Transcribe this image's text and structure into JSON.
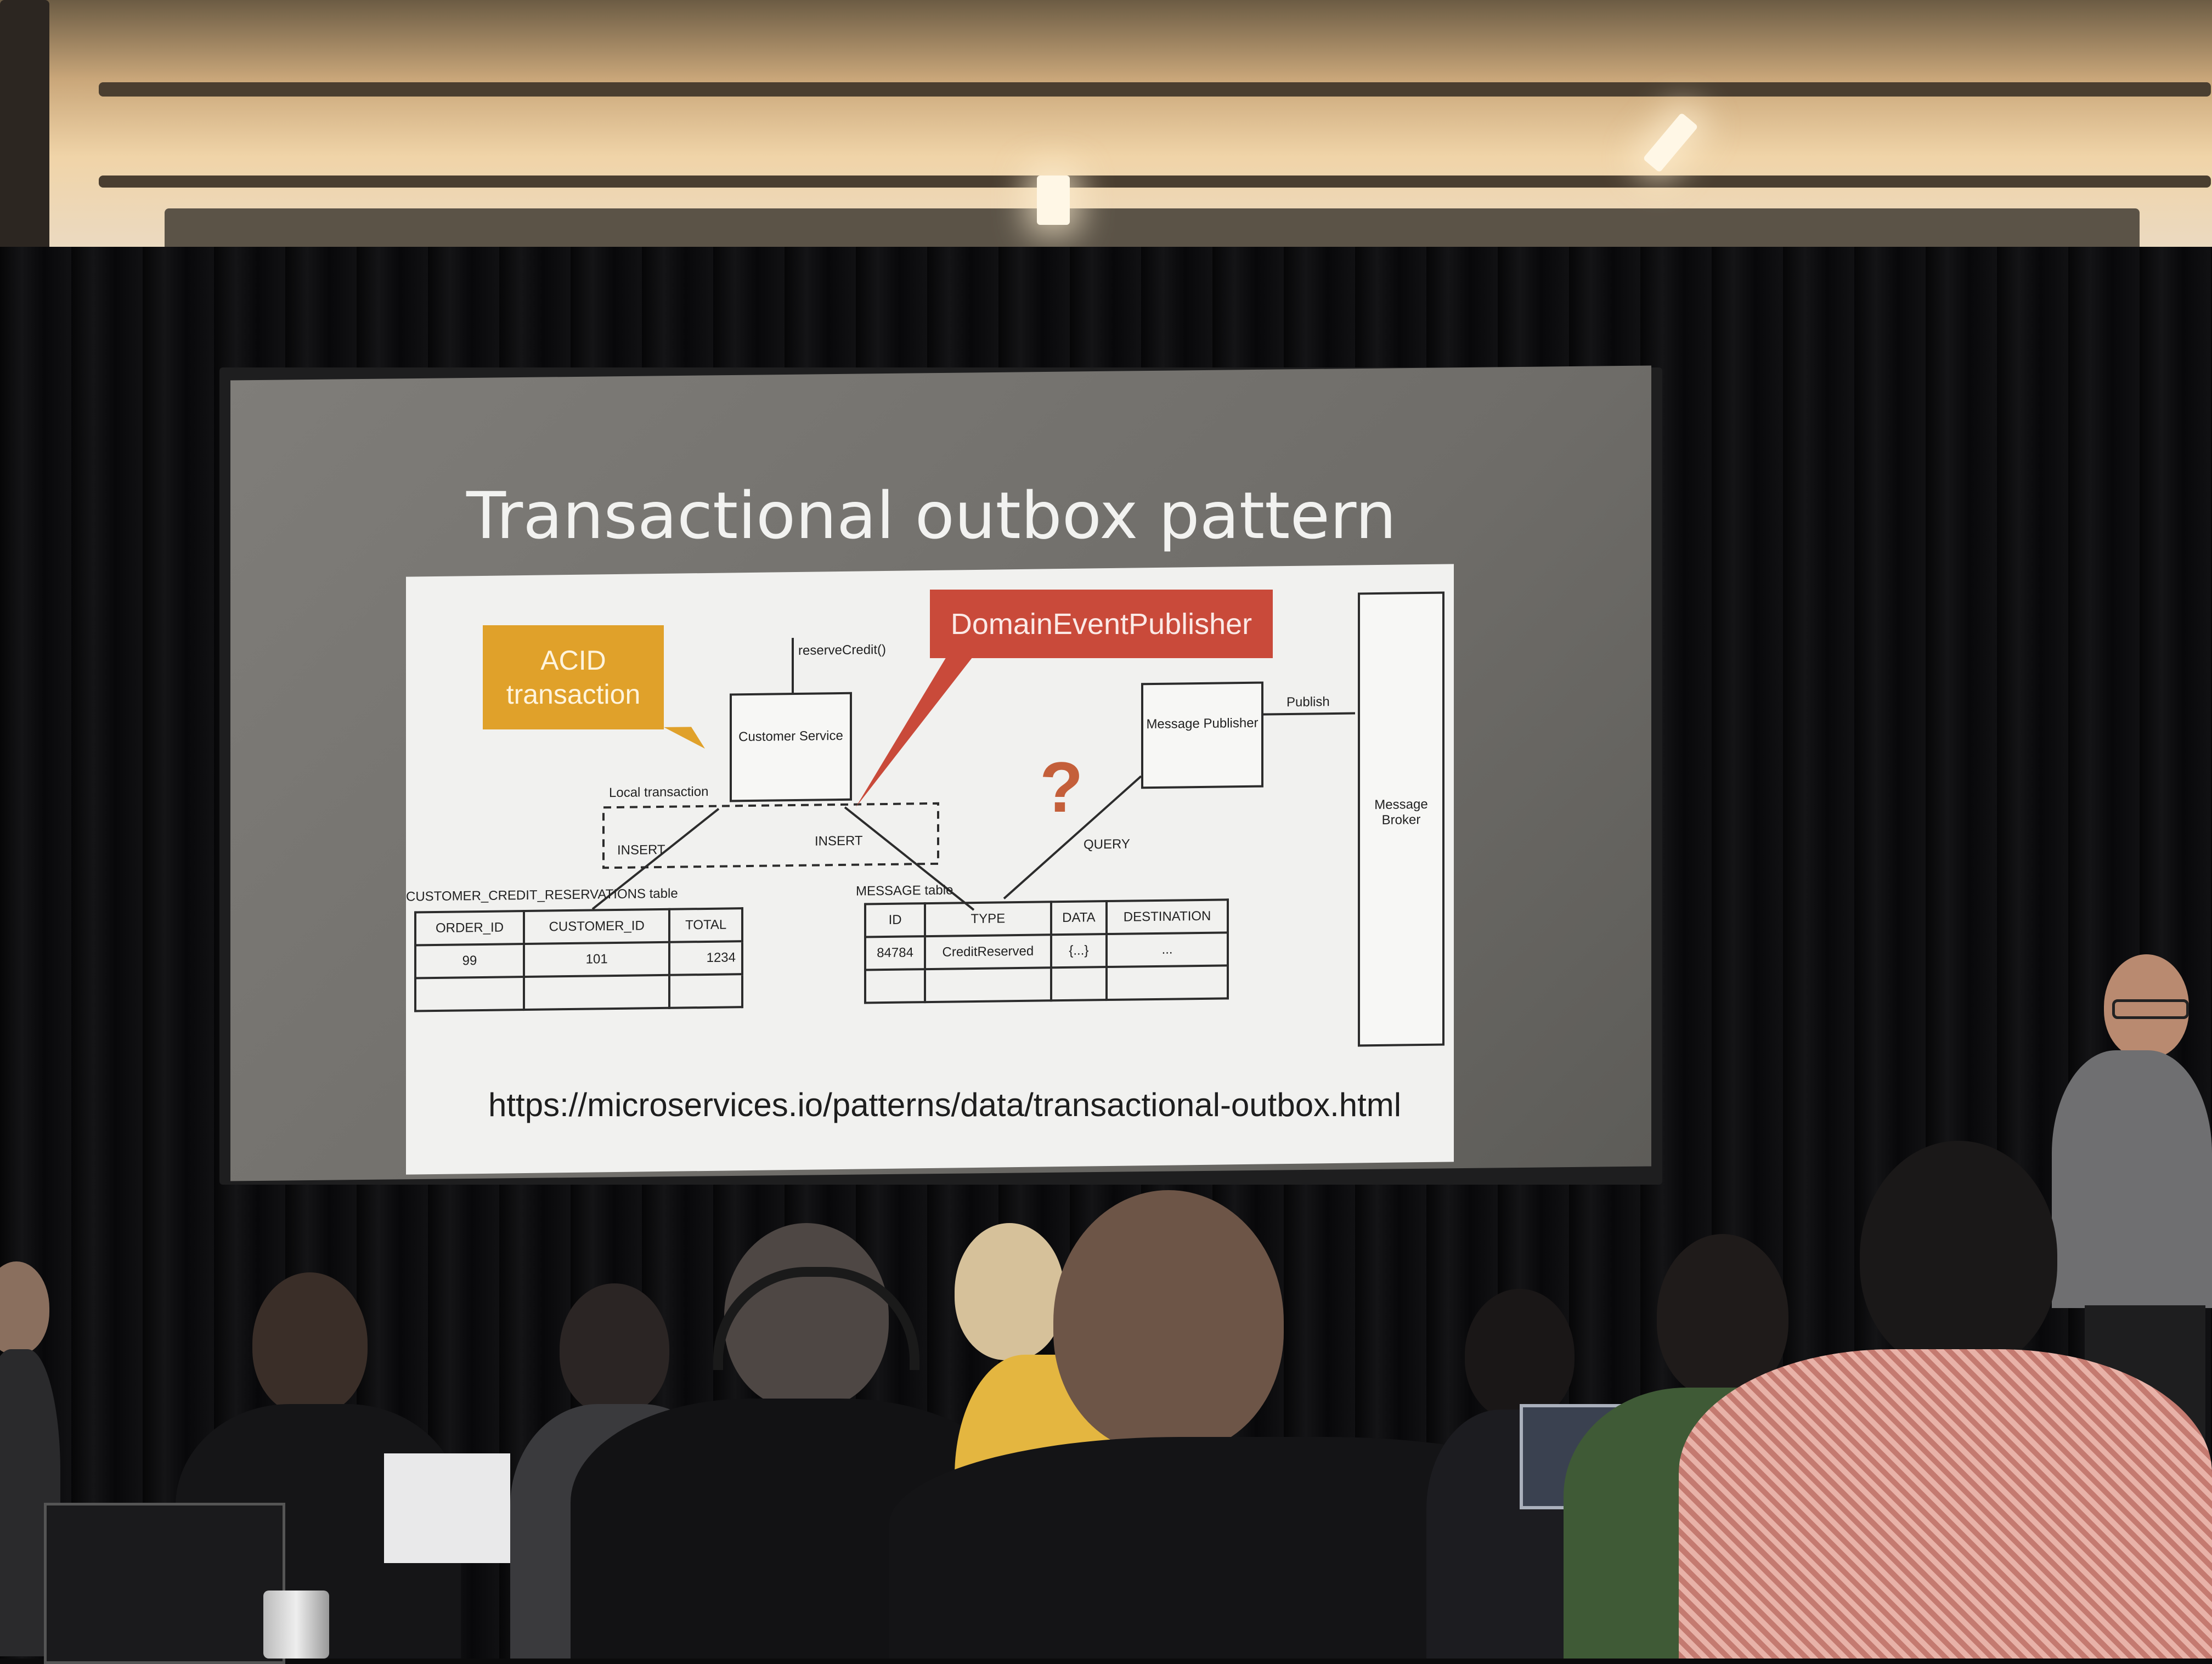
{
  "slide": {
    "title": "Transactional outbox pattern",
    "url": "https://microservices.io/patterns/data/transactional-outbox.html",
    "callouts": {
      "acid": "ACID transaction",
      "publisher": "DomainEventPublisher"
    },
    "diagram": {
      "reserve_credit": "reserveCredit()",
      "customer_service": "Customer Service",
      "local_transaction": "Local transaction",
      "insert_left": "INSERT",
      "insert_right": "INSERT",
      "question_mark": "?",
      "message_publisher": "Message Publisher",
      "publish": "Publish",
      "query": "QUERY",
      "message_broker": "Message Broker",
      "credit_table_caption": "CUSTOMER_CREDIT_RESERVATIONS table",
      "message_table_caption": "MESSAGE table",
      "credit_table": {
        "headers": [
          "ORDER_ID",
          "CUSTOMER_ID",
          "TOTAL"
        ],
        "row": [
          "99",
          "101",
          "1234"
        ]
      },
      "message_table": {
        "headers": [
          "ID",
          "TYPE",
          "DATA",
          "DESTINATION"
        ],
        "row": [
          "84784",
          "CreditReserved",
          "{...}",
          "..."
        ]
      }
    }
  },
  "colors": {
    "acid_callout": "#e0a12a",
    "publisher_callout": "#c94a3a",
    "slide_background": "#757370",
    "curtain": "#0b0b0c"
  }
}
